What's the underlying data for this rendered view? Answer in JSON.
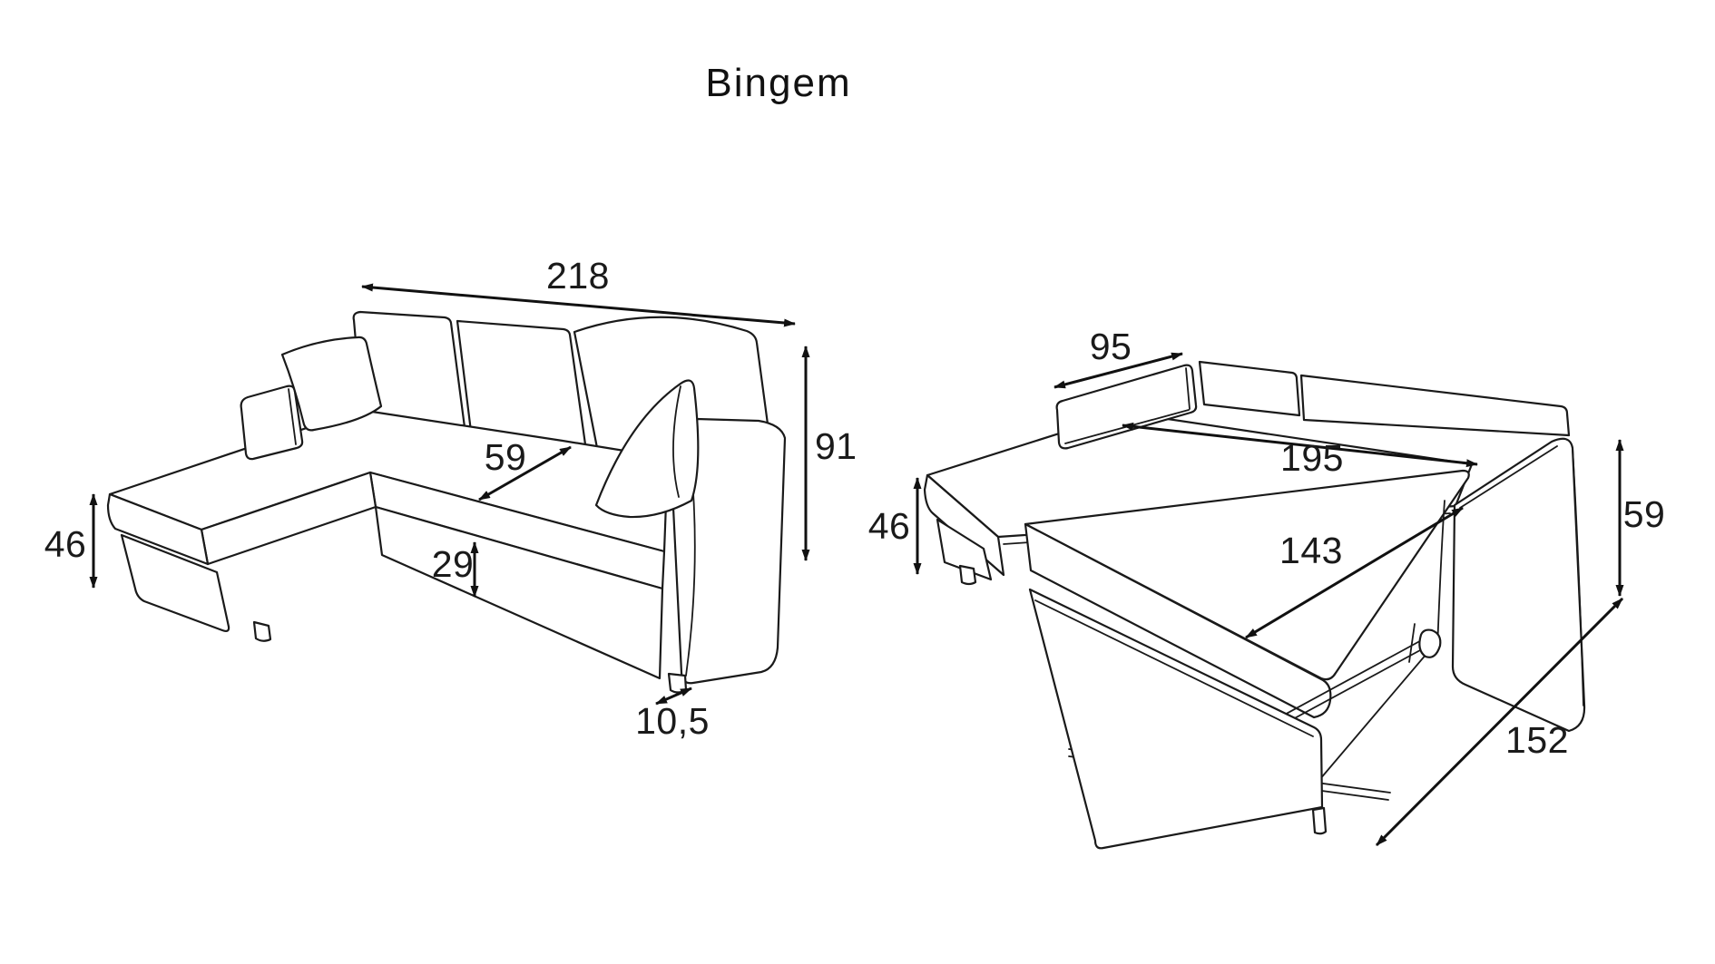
{
  "title": "Bingem",
  "colors": {
    "background": "#ffffff",
    "line": "#1a1a1a"
  },
  "sofa_view": {
    "name": "corner sofa configuration",
    "dimensions": {
      "total_width": "218",
      "back_height": "91",
      "seat_height": "46",
      "seat_depth": "59",
      "front_base_height": "29",
      "leg_height": "10,5"
    }
  },
  "bed_view": {
    "name": "pulled-out bed configuration",
    "dimensions": {
      "armrest_length": "95",
      "bed_length": "195",
      "bed_width": "143",
      "seat_height": "46",
      "armrest_height": "59",
      "total_depth": "152"
    }
  }
}
